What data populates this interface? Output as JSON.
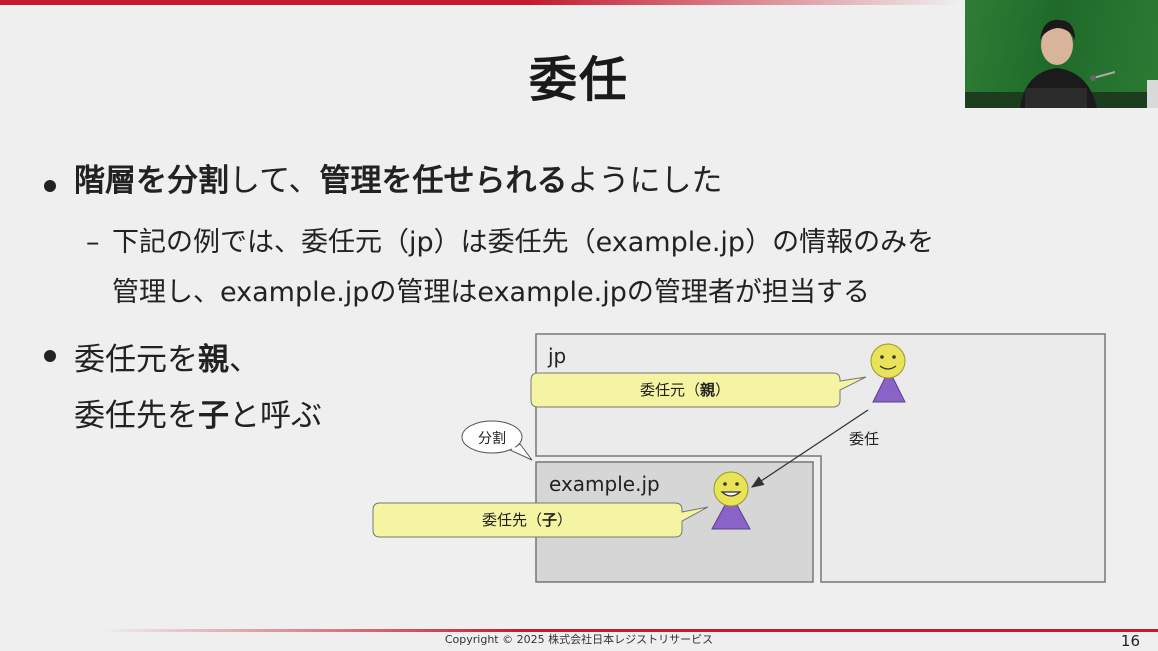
{
  "slide": {
    "title": "委任",
    "bullets": [
      {
        "segments": [
          {
            "text": "階層を分割",
            "bold": true
          },
          {
            "text": "して、",
            "bold": false
          },
          {
            "text": "管理を任せられる",
            "bold": true
          },
          {
            "text": "ようにした",
            "bold": false
          }
        ],
        "sub": {
          "dash": "–",
          "lines": [
            "下記の例では、委任元（jp）は委任先（example.jp）の情報のみを",
            "管理し、example.jpの管理はexample.jpの管理者が担当する"
          ]
        }
      },
      {
        "lines": [
          [
            {
              "text": "委任元を",
              "bold": false
            },
            {
              "text": "親",
              "bold": true
            },
            {
              "text": "、",
              "bold": false
            }
          ],
          [
            {
              "text": "委任先を",
              "bold": false
            },
            {
              "text": "子",
              "bold": true
            },
            {
              "text": "と呼ぶ",
              "bold": false
            }
          ]
        ]
      }
    ],
    "diagram": {
      "zone_parent": "jp",
      "zone_child": "example.jp",
      "label_parent_prefix": "委任元（",
      "label_parent_bold": "親",
      "label_parent_suffix": "）",
      "label_child_prefix": "委任先（",
      "label_child_bold": "子",
      "label_child_suffix": "）",
      "arrow_label": "委任",
      "split_label": "分割",
      "colors": {
        "callout_fill": "#f4f4a3",
        "person_body": "#8a63c9",
        "person_head": "#e9e35a",
        "zone_parent_fill": "#ebebeb",
        "zone_child_fill": "#d6d6d6"
      }
    },
    "footer": {
      "copyright": "Copyright © 2025 株式会社日本レジストリサービス",
      "page_number": "16"
    },
    "accent_color": "#c41a2e"
  }
}
